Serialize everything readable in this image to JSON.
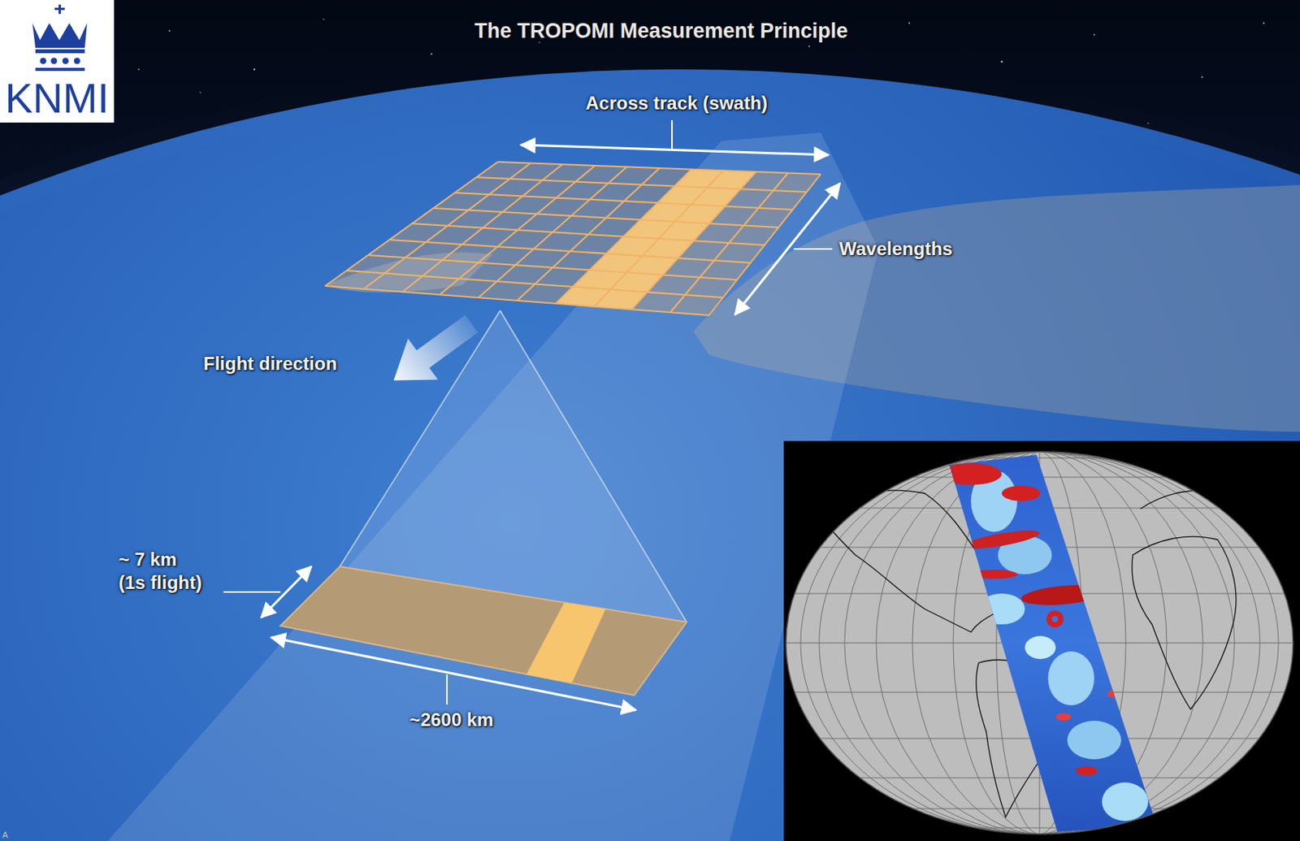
{
  "diagram": {
    "title": "The TROPOMI Measurement Principle",
    "labels": [
      "KNMI",
      "Across track (swath)",
      "Wavelengths",
      "Flight direction",
      "~ 7 km",
      "(1s flight)",
      "~2600 km",
      "A"
    ]
  }
}
